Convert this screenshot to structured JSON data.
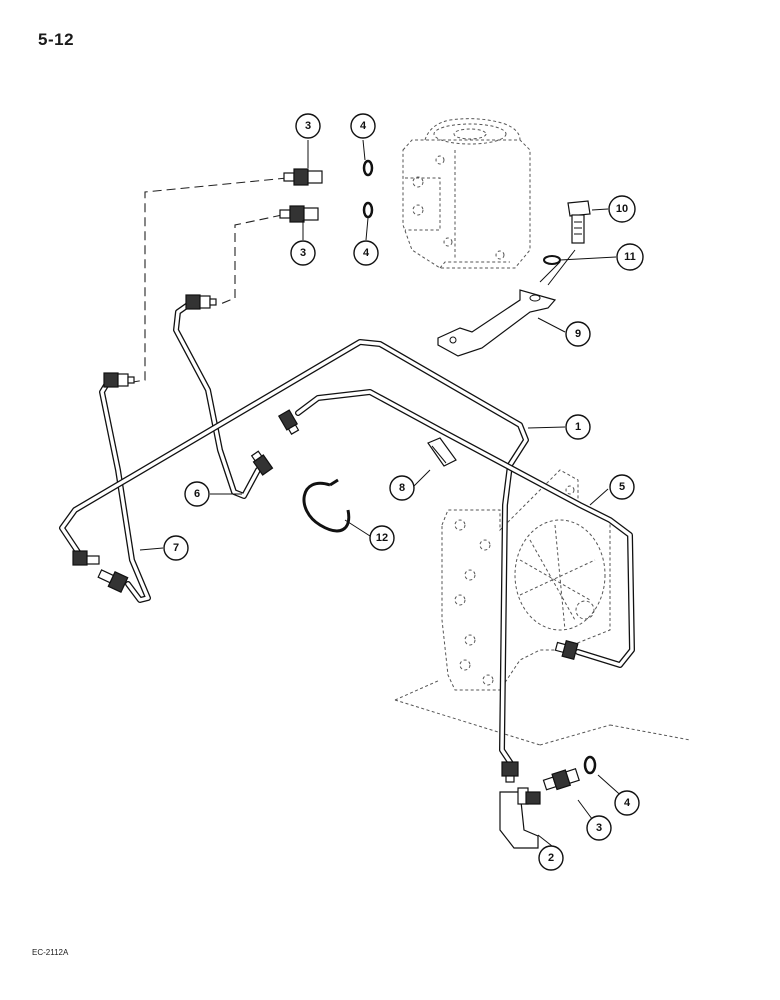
{
  "page": {
    "number": "5-12",
    "figure_code": "EC-2112A"
  },
  "callouts": [
    {
      "id": "1",
      "label": "1"
    },
    {
      "id": "2",
      "label": "2"
    },
    {
      "id": "3a",
      "label": "3"
    },
    {
      "id": "3b",
      "label": "3"
    },
    {
      "id": "3c",
      "label": "3"
    },
    {
      "id": "4a",
      "label": "4"
    },
    {
      "id": "4b",
      "label": "4"
    },
    {
      "id": "4c",
      "label": "4"
    },
    {
      "id": "5",
      "label": "5"
    },
    {
      "id": "6",
      "label": "6"
    },
    {
      "id": "7",
      "label": "7"
    },
    {
      "id": "8",
      "label": "8"
    },
    {
      "id": "9",
      "label": "9"
    },
    {
      "id": "10",
      "label": "10"
    },
    {
      "id": "11",
      "label": "11"
    },
    {
      "id": "12",
      "label": "12"
    }
  ]
}
